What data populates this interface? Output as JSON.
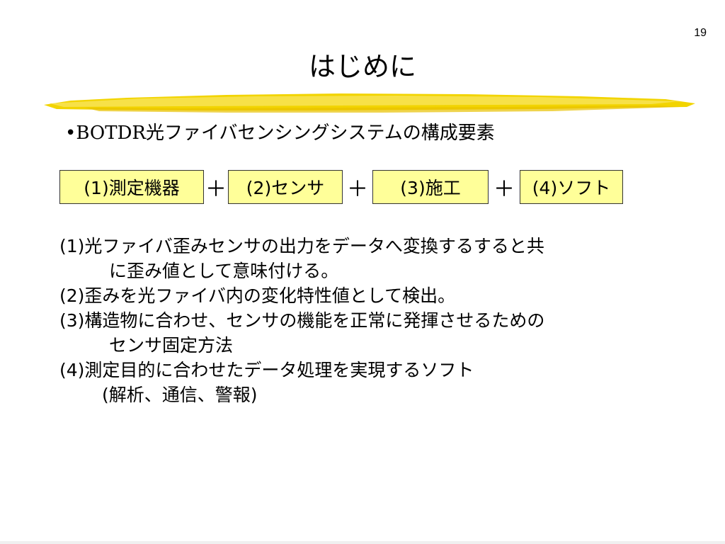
{
  "slide": {
    "page_number": "19",
    "title": "はじめに",
    "bullet_marker": "•",
    "bullet_latin": "BOTDR",
    "bullet_text": "光ファイバセンシングシステムの構成要素"
  },
  "formula": {
    "boxes": [
      "(1)測定機器",
      "(2)センサ",
      "(3)施工",
      "(4)ソフト"
    ],
    "plus": "＋"
  },
  "descriptions": [
    "(1)光ファイバ歪みセンサの出力をデータへ変換するすると共",
    "に歪み値として意味付ける。",
    "(2)歪みを光ファイバ内の変化特性値として検出。",
    "(3)構造物に合わせ、センサの機能を正常に発揮させるための",
    "センサ固定方法",
    "(4)測定目的に合わせたデータ処理を実現するソフト",
    "(解析、通信、警報)"
  ],
  "colors": {
    "box_fill": "#ffff99",
    "underline": "#f0d000"
  }
}
